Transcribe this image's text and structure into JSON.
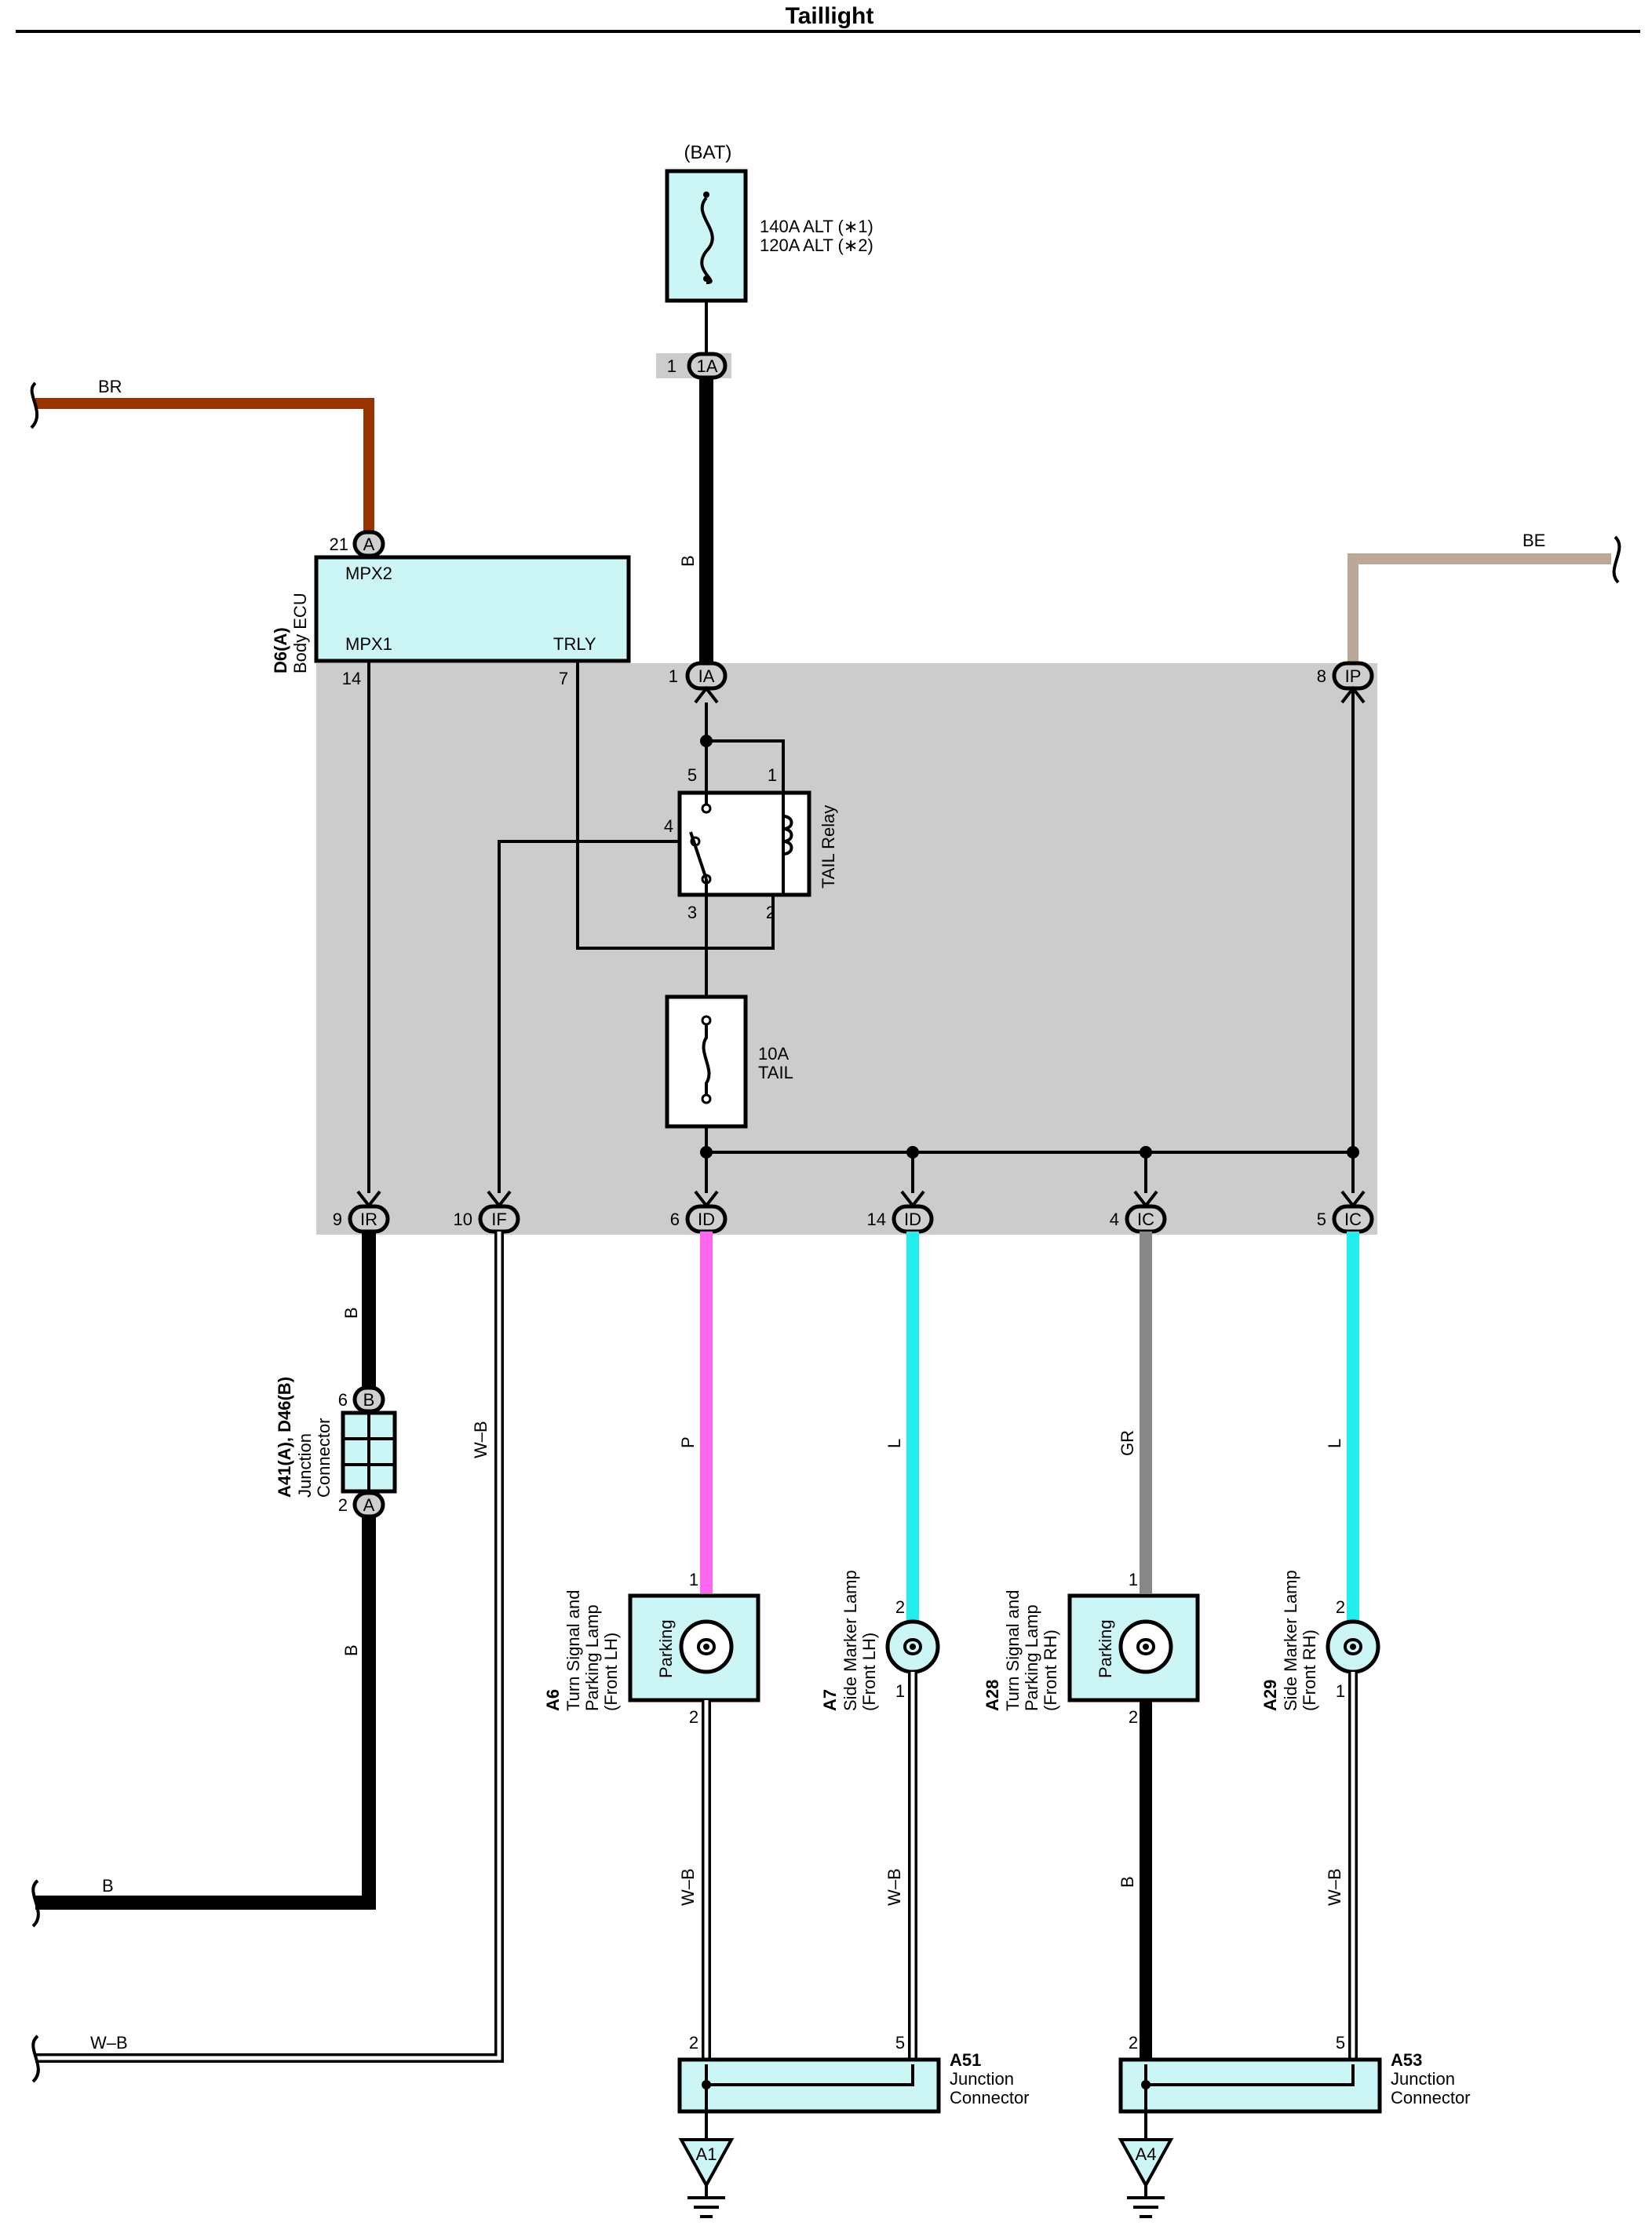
{
  "title": "Taillight",
  "source": {
    "label": "(BAT)",
    "fuse_ratings": [
      "140A ALT (∗1)",
      "120A ALT (∗2)"
    ]
  },
  "components": {
    "body_ecu": {
      "code": "D6(A)",
      "name": "Body ECU",
      "pins": [
        "MPX2",
        "MPX1",
        "TRLY"
      ]
    },
    "tail_relay": {
      "name": "TAIL Relay"
    },
    "tail_fuse": {
      "rating": "10A",
      "name": "TAIL"
    },
    "junction_connector_a41": {
      "code": "A41(A), D46(B)",
      "name_lines": [
        "Junction",
        "Connector"
      ]
    },
    "lamp_a6": {
      "code": "A6",
      "lines": [
        "Turn Signal and",
        "Parking Lamp",
        "(Front LH)"
      ],
      "inner": "Parking"
    },
    "lamp_a7": {
      "code": "A7",
      "lines": [
        "Side Marker Lamp",
        "(Front LH)"
      ]
    },
    "lamp_a28": {
      "code": "A28",
      "lines": [
        "Turn Signal and",
        "Parking Lamp",
        "(Front RH)"
      ],
      "inner": "Parking"
    },
    "lamp_a29": {
      "code": "A29",
      "lines": [
        "Side Marker Lamp",
        "(Front RH)"
      ]
    },
    "jc_a51": {
      "code": "A51",
      "name_lines": [
        "Junction",
        "Connector"
      ]
    },
    "jc_a53": {
      "code": "A53",
      "name_lines": [
        "Junction",
        "Connector"
      ]
    },
    "ground_a1": {
      "code": "A1"
    },
    "ground_a4": {
      "code": "A4"
    }
  },
  "wire_colors": {
    "BR": "#993300",
    "BE": "#bba898",
    "B": "#000000",
    "P": "#ff66ee",
    "L": "#22eeee",
    "GR": "#888888",
    "W-B": "#ffffff"
  },
  "wire_labels": {
    "br": "BR",
    "be": "BE",
    "b_bat": "B",
    "b_ir": "B",
    "b_jc": "B",
    "b_left": "B",
    "wb_if": "W–B",
    "wb_left": "W–B",
    "p": "P",
    "l_a7": "L",
    "gr": "GR",
    "l_a29": "L",
    "wb_a6": "W–B",
    "wb_a7": "W–B",
    "b_a28": "B",
    "wb_a29": "W–B"
  },
  "connectors": {
    "top_1a": {
      "pin": "1",
      "id": "1A"
    },
    "ecu_a": {
      "pin": "21",
      "id": "A"
    },
    "ia": {
      "pin": "1",
      "id": "IA"
    },
    "ip": {
      "pin": "8",
      "id": "IP"
    },
    "ir": {
      "pin": "9",
      "id": "IR"
    },
    "if": {
      "pin": "10",
      "id": "IF"
    },
    "id6": {
      "pin": "6",
      "id": "ID"
    },
    "id14": {
      "pin": "14",
      "id": "ID"
    },
    "ic4": {
      "pin": "4",
      "id": "IC"
    },
    "ic5": {
      "pin": "5",
      "id": "IC"
    },
    "jc_b": {
      "pin": "6",
      "id": "B"
    },
    "jc_a": {
      "pin": "2",
      "id": "A"
    }
  },
  "pins": {
    "ecu_mpx1": "14",
    "ecu_trly": "7",
    "relay_5": "5",
    "relay_1": "1",
    "relay_4": "4",
    "relay_3": "3",
    "relay_2": "2",
    "a6_1": "1",
    "a6_2": "2",
    "a7_2": "2",
    "a7_1": "1",
    "a28_1": "1",
    "a28_2": "2",
    "a29_2": "2",
    "a29_1": "1",
    "a51_2": "2",
    "a51_5": "5",
    "a53_2": "2",
    "a53_5": "5"
  }
}
